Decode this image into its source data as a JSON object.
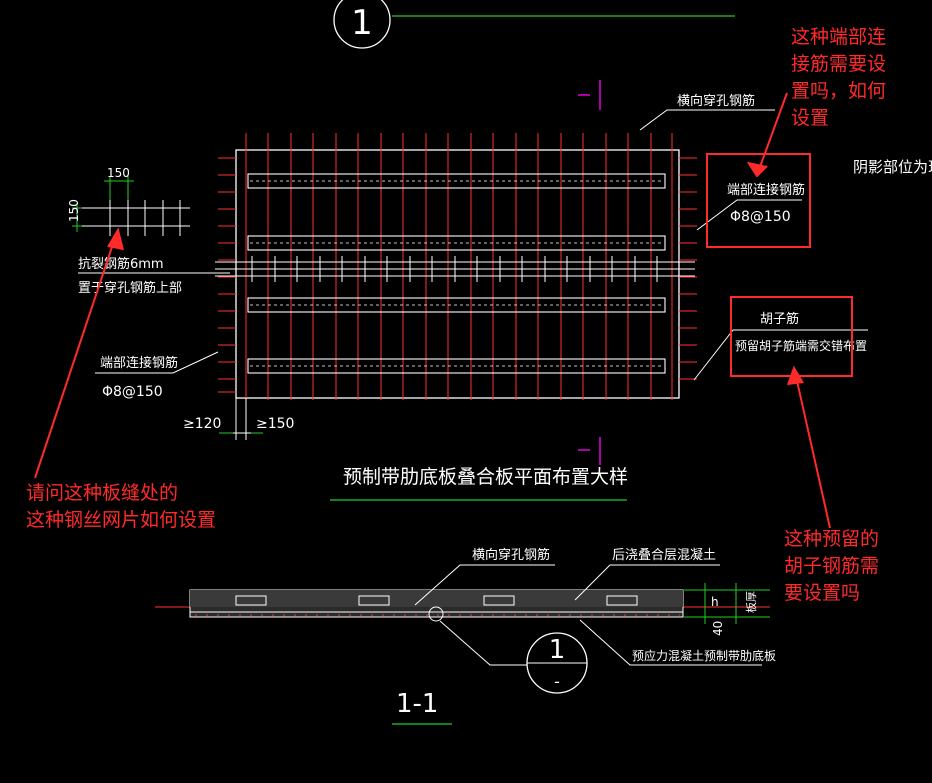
{
  "drawing": {
    "top_section_number": "1",
    "cross_section_number": "1",
    "cross_section_sub": "-",
    "plan_title": "预制带肋底板叠合板平面布置大样",
    "section_title": "1-1",
    "right_cut_text": "阴影部位为现浇",
    "labels": {
      "transverse_rebar": "横向穿孔钢筋",
      "end_rebar_right": "端部连接钢筋",
      "end_rebar_right_spec": "Φ8@150",
      "crack_rebar_line1": "抗裂钢筋6mm",
      "crack_rebar_line2": "置于穿孔钢筋上部",
      "end_rebar_left": "端部连接钢筋",
      "end_rebar_left_spec": "Φ8@150",
      "beard_rebar": "胡子筋",
      "beard_rebar_note": "预留胡子筋端需交错布置",
      "dim_150_top": "150",
      "dim_150_side": "150",
      "dim_ge120": "≥120",
      "dim_ge150": "≥150",
      "sec_transverse_rebar": "横向穿孔钢筋",
      "sec_cast_layer": "后浇叠合层混凝土",
      "sec_precast_slab": "预应力混凝土预制带肋底板",
      "sec_h": "h",
      "sec_40": "40",
      "sec_slab_thickness": "板厚"
    }
  },
  "annotations": {
    "q_end_rebar": "这种端部连\n接筋需要设\n置吗，如何\n设置",
    "q_wire_mesh": "请问这种板缝处的\n这种钢丝网片如何设置",
    "q_beard_rebar": "这种预留的\n胡子钢筋需\n要设置吗"
  },
  "colors": {
    "background": "#000000",
    "rebar": "#ff3030",
    "outline": "#ffffff",
    "underline": "#22cc22",
    "annotation": "#ff2a2a",
    "magenta": "#ff00ff"
  }
}
